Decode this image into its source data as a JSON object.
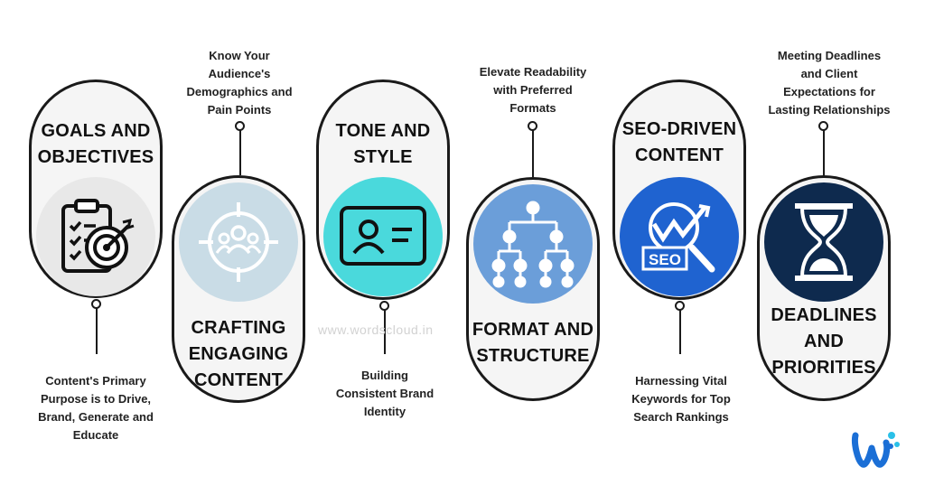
{
  "steps": [
    {
      "title": "GOALS AND\nOBJECTIVES",
      "caption": "Content's Primary\nPurpose is to Drive,\nBrand, Generate and\nEducate",
      "icon": "clipboard-target-icon",
      "circle_color": "#e8e8e8"
    },
    {
      "title": "CRAFTING\nENGAGING\nCONTENT",
      "caption": "Know Your\nAudience's\nDemographics and\nPain Points",
      "icon": "audience-target-icon",
      "circle_color": "#c9dce6"
    },
    {
      "title": "TONE AND\nSTYLE",
      "caption": "Building\nConsistent Brand\nIdentity",
      "icon": "id-card-icon",
      "circle_color": "#4ad9dc"
    },
    {
      "title": "FORMAT AND\nSTRUCTURE",
      "caption": "Elevate Readability\nwith Preferred\nFormats",
      "icon": "hierarchy-icon",
      "circle_color": "#6b9ed9"
    },
    {
      "title": "SEO-DRIVEN\nCONTENT",
      "caption": "Harnessing Vital\nKeywords for Top\nSearch Rankings",
      "icon": "seo-magnifier-icon",
      "circle_color": "#1f63d0"
    },
    {
      "title": "DEADLINES\nAND\nPRIORITIES",
      "caption": "Meeting Deadlines\nand Client\nExpectations for\nLasting Relationships",
      "icon": "hourglass-icon",
      "circle_color": "#0e2a4e"
    }
  ],
  "watermark": "www.wordscloud.in",
  "logo": {
    "name": "wordscloud-logo",
    "color": "#1b6fd6",
    "accent": "#2ac0e8"
  }
}
